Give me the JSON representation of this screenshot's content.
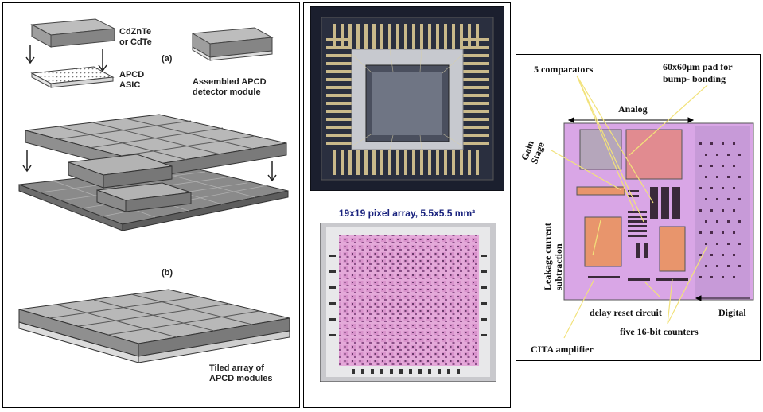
{
  "left_panel": {
    "top_material": "CdZnTe\nor CdTe",
    "asic": "APCD\nASIC",
    "label_a": "(a)",
    "assembled": "Assembled APCD\ndetector module",
    "label_b": "(b)",
    "tiled": "Tiled array of\nAPCD modules"
  },
  "middle_panel": {
    "array_caption": "19x19 pixel array, 5.5x5.5 mm²"
  },
  "right_panel": {
    "comparators": "5 comparators",
    "pad": "60x60µm pad for\nbump- bonding",
    "analog": "Analog",
    "gain": "Gain\nStage",
    "leakage": "Leakage current\nsubtraction",
    "delay": "delay reset circuit",
    "digital": "Digital",
    "counters": "five 16-bit counters",
    "cita": "CITA amplifier"
  }
}
